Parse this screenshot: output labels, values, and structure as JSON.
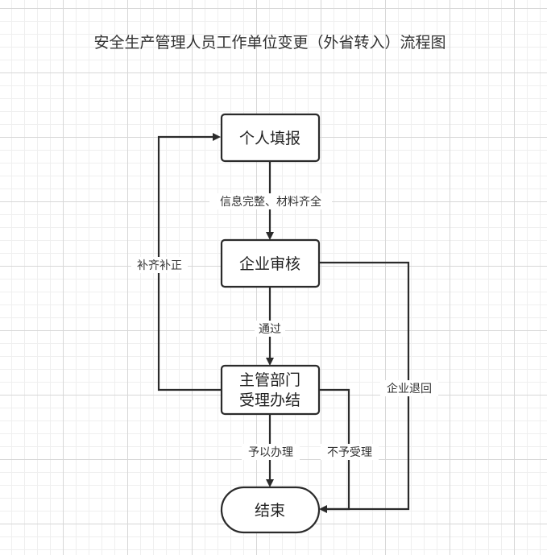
{
  "diagram": {
    "title": "安全生产管理人员工作单位变更（外省转入）流程图",
    "nodes": {
      "fill": {
        "label": "个人填报"
      },
      "review": {
        "label": "企业审核"
      },
      "dept_line1": "主管部门",
      "dept_line2": "受理办结",
      "end": {
        "label": "结束"
      }
    },
    "edges": {
      "complete": "信息完整、材料齐全",
      "pass": "通过",
      "supplement": "补齐补正",
      "handle": "予以办理",
      "reject": "不予受理",
      "returned": "企业退回"
    },
    "colors": {
      "line": "#2b2b2b",
      "text": "#222222",
      "grid": "#d7d7d7"
    }
  }
}
